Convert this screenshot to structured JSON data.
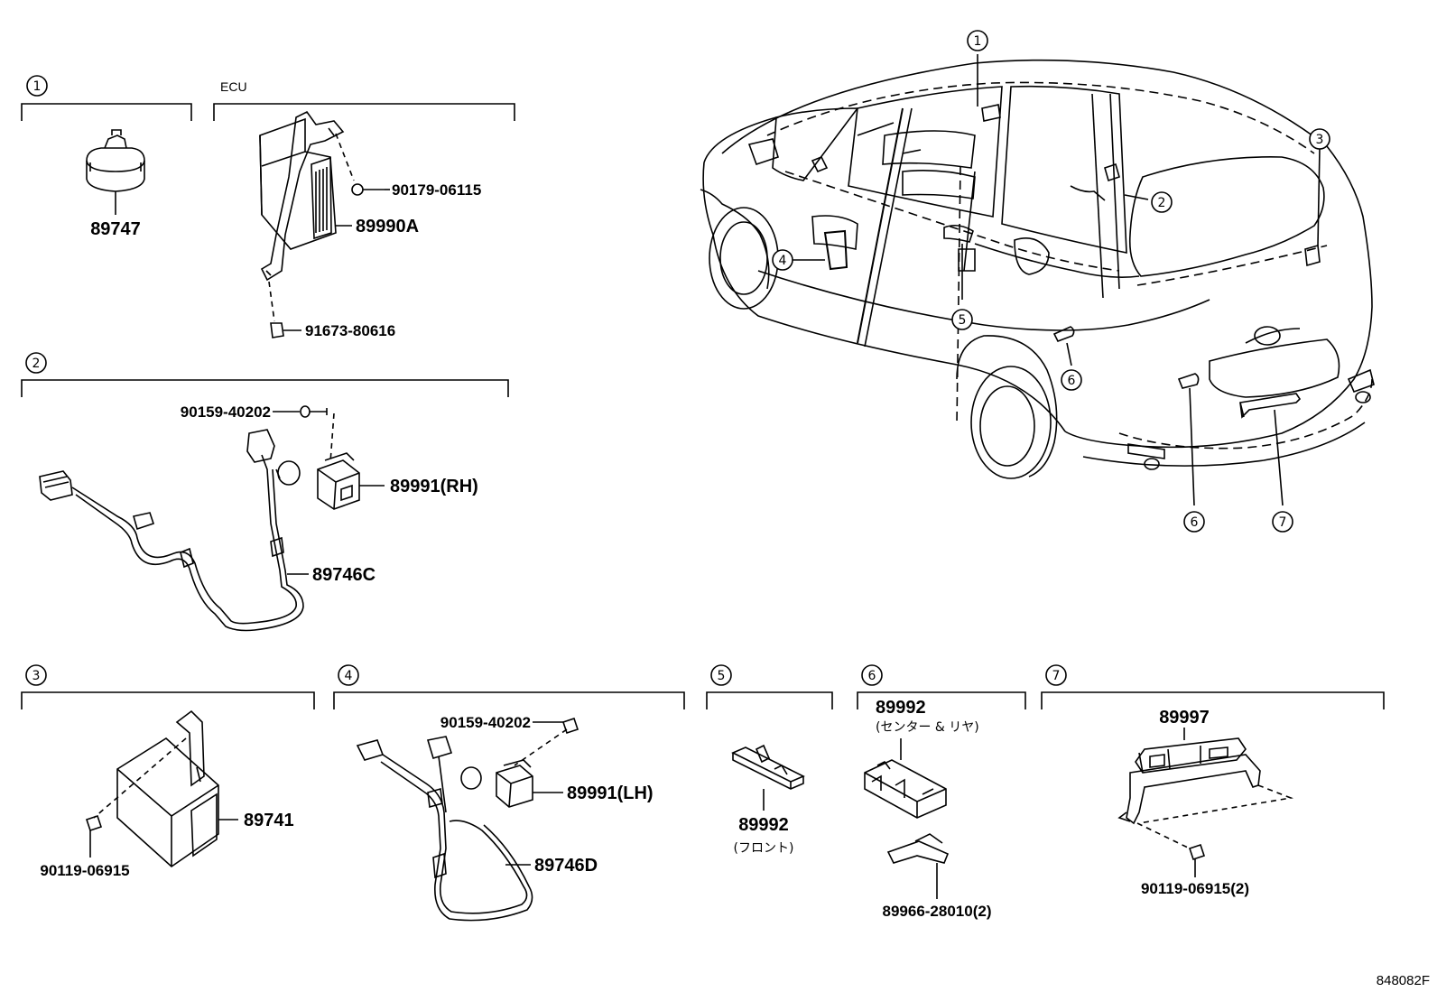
{
  "sections": {
    "s1": {
      "marker": "1",
      "ecu_label": "ECU",
      "parts": [
        "89747",
        "90179-06115",
        "89990A",
        "91673-80616"
      ]
    },
    "s2": {
      "marker": "2",
      "parts": [
        "90159-40202",
        "89991(RH)",
        "89746C"
      ]
    },
    "s3": {
      "marker": "3",
      "parts": [
        "89741",
        "90119-06915"
      ]
    },
    "s4": {
      "marker": "4",
      "parts": [
        "90159-40202",
        "89991(LH)",
        "89746D"
      ]
    },
    "s5": {
      "marker": "5",
      "parts": [
        "89992"
      ],
      "note": "(フロント)"
    },
    "s6": {
      "marker": "6",
      "parts": [
        "89992",
        "89966-28010(2)"
      ],
      "note": "(センター & リヤ)"
    },
    "s7": {
      "marker": "7",
      "parts": [
        "89997",
        "90119-06915(2)"
      ]
    }
  },
  "vehicle": {
    "callouts": [
      "1",
      "2",
      "3",
      "4",
      "5",
      "6",
      "6",
      "7"
    ]
  },
  "reference_code": "848082F"
}
